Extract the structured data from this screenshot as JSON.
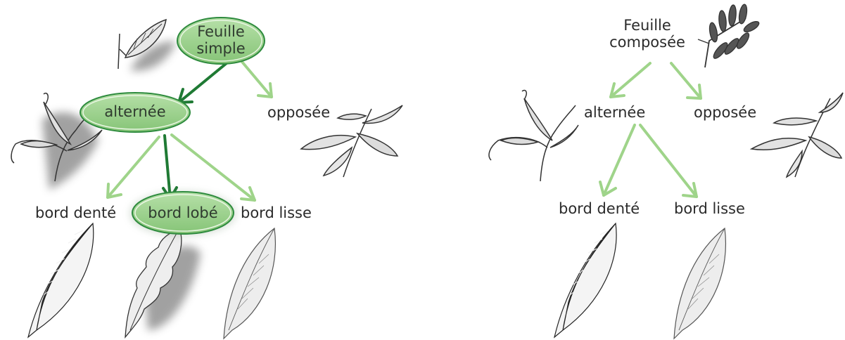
{
  "colors": {
    "light_arrow": "#9fd48a",
    "dark_arrow": "#1f7a34",
    "oval_fill": "#8fcb82",
    "oval_stroke": "#2e8b3e",
    "leaf_line": "#333333"
  },
  "left_tree": {
    "root": "Feuille simple",
    "alt": "alternée",
    "opp": "opposée",
    "dente": "bord denté",
    "lobe": "bord lobé",
    "lisse": "bord lisse"
  },
  "right_tree": {
    "root": "Feuille composée",
    "alt": "alternée",
    "opp": "opposée",
    "dente": "bord denté",
    "lisse": "bord lisse"
  },
  "highlighted_path": [
    "Feuille simple",
    "alternée",
    "bord lobé"
  ]
}
